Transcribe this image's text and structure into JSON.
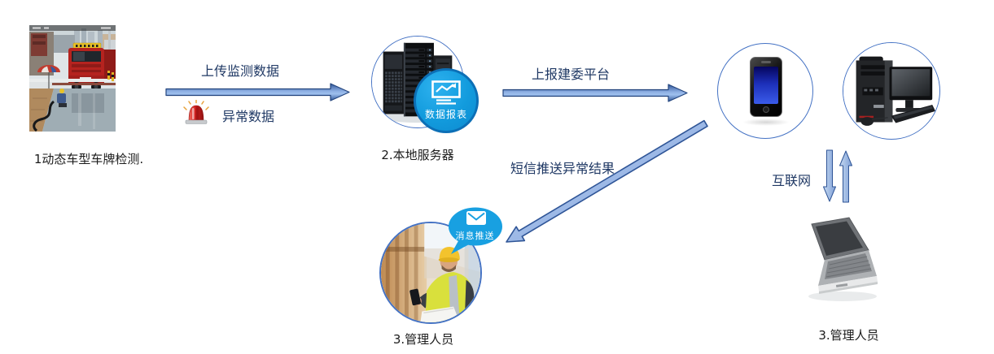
{
  "diagram": {
    "node_camera": {
      "caption": "1动态车型车牌检测."
    },
    "edge_upload": {
      "label": "上传监测数据"
    },
    "edge_abnormal": {
      "label": "异常数据"
    },
    "node_server": {
      "caption": "2.本地服务器",
      "badge": "数据报表"
    },
    "edge_report": {
      "label": "上报建委平台"
    },
    "edge_sms": {
      "label": "短信推送异常结果"
    },
    "node_worker": {
      "caption": "3.管理人员",
      "badge": "消息推送"
    },
    "edge_internet": {
      "label": "互联网"
    },
    "node_laptop": {
      "caption": "3.管理人员"
    }
  },
  "colors": {
    "label_text": "#1F3864",
    "caption_text": "#1B1B1B",
    "arrow_fill": "#4472C4",
    "arrow_fill_light": "#A9C3E8",
    "arrow_border": "#2F5597",
    "node_outline": "#4472C4",
    "badge_fill": "#18A0E1",
    "badge_border": "#0C6FB6",
    "alarm_red": "#D62E2E"
  }
}
